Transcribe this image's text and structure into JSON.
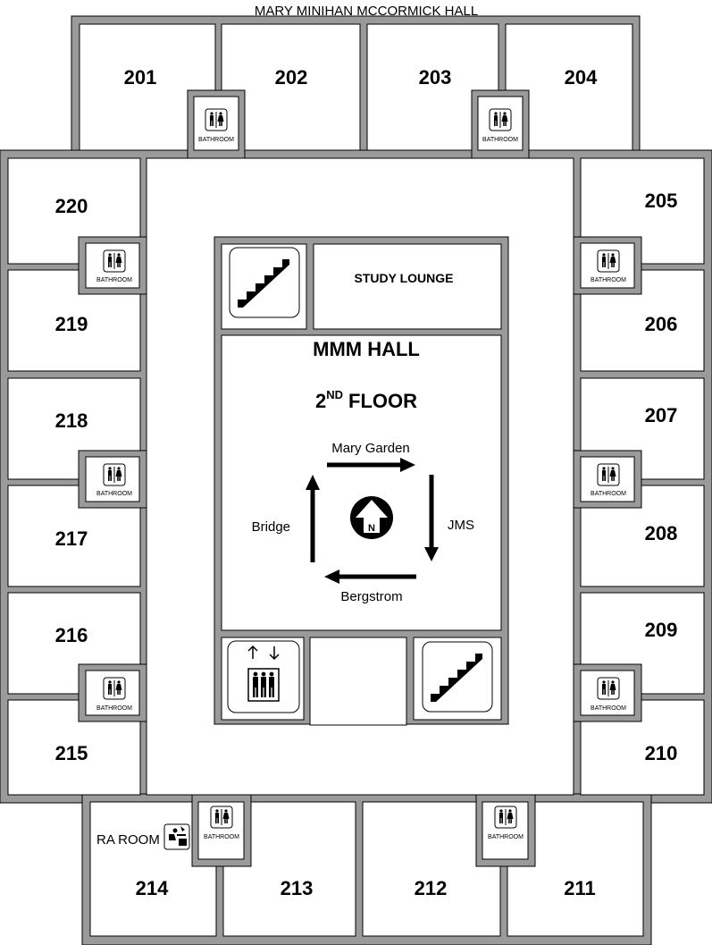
{
  "building_title": "MARY MINIHAN MCCORMICK HALL",
  "hall_name": "MMM HALL",
  "floor": {
    "number": "2",
    "superscript": "ND",
    "word": "FLOOR"
  },
  "study_lounge": "STUDY LOUNGE",
  "ra_room": "RA ROOM",
  "bathroom_label": "BATHROOM",
  "compass": {
    "north": "N",
    "top": "Mary Garden",
    "right": "JMS",
    "bottom": "Bergstrom",
    "left": "Bridge"
  },
  "rooms": {
    "r201": "201",
    "r202": "202",
    "r203": "203",
    "r204": "204",
    "r205": "205",
    "r206": "206",
    "r207": "207",
    "r208": "208",
    "r209": "209",
    "r210": "210",
    "r211": "211",
    "r212": "212",
    "r213": "213",
    "r214": "214",
    "r215": "215",
    "r216": "216",
    "r217": "217",
    "r218": "218",
    "r219": "219",
    "r220": "220"
  },
  "colors": {
    "wall": "#9a9a9a",
    "room": "#ffffff",
    "ink": "#000000"
  }
}
